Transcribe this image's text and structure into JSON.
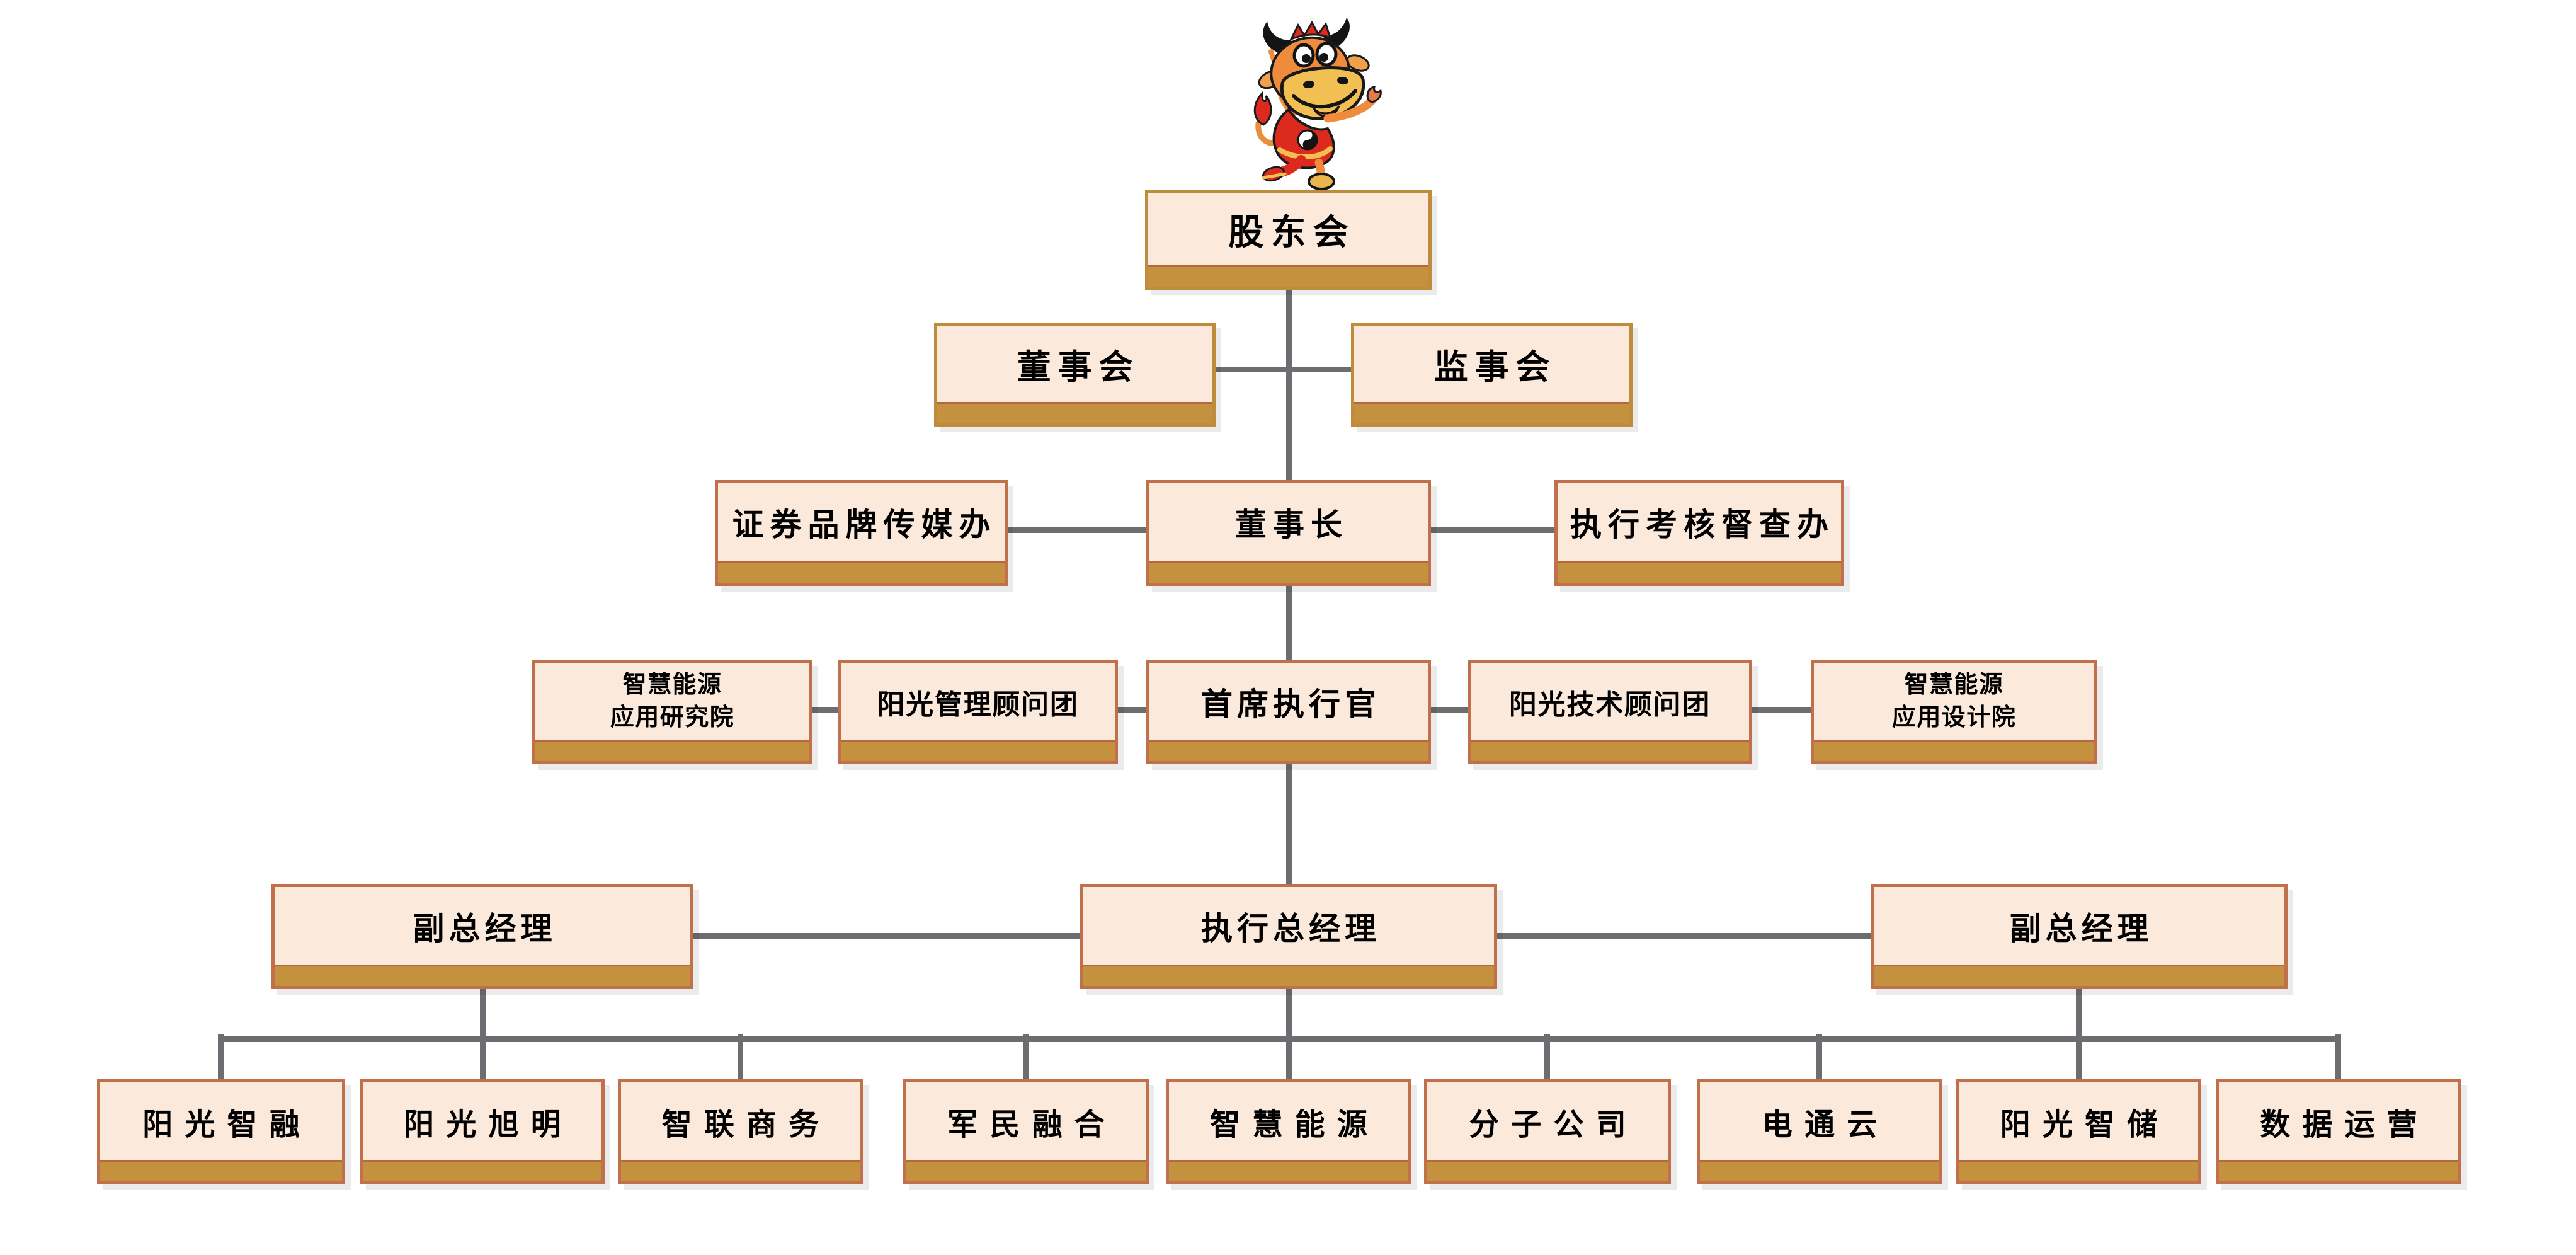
{
  "diagram": {
    "type": "org-chart",
    "mascot": "kungfu-ox-mascot",
    "levels": [
      {
        "name": "level-1",
        "nodes": [
          {
            "label": "股东会"
          }
        ]
      },
      {
        "name": "level-2",
        "nodes": [
          {
            "label": "董事会"
          },
          {
            "label": "监事会"
          }
        ]
      },
      {
        "name": "level-3",
        "nodes": [
          {
            "label": "证券品牌传媒办"
          },
          {
            "label": "董事长"
          },
          {
            "label": "执行考核督查办"
          }
        ]
      },
      {
        "name": "level-4",
        "nodes": [
          {
            "label": "智慧能源\n应用研究院"
          },
          {
            "label": "阳光管理顾问团"
          },
          {
            "label": "首席执行官"
          },
          {
            "label": "阳光技术顾问团"
          },
          {
            "label": "智慧能源\n应用设计院"
          }
        ]
      },
      {
        "name": "level-5",
        "nodes": [
          {
            "label": "副总经理"
          },
          {
            "label": "执行总经理"
          },
          {
            "label": "副总经理"
          }
        ]
      },
      {
        "name": "level-6",
        "nodes": [
          {
            "label": "阳光智融"
          },
          {
            "label": "阳光旭明"
          },
          {
            "label": "智联商务"
          },
          {
            "label": "军民融合"
          },
          {
            "label": "智慧能源"
          },
          {
            "label": "分子公司"
          },
          {
            "label": "电通云"
          },
          {
            "label": "阳光智储"
          },
          {
            "label": "数据运营"
          }
        ]
      }
    ],
    "colors": {
      "node_fill": "#FBE9DB",
      "node_border": "#C0714C",
      "node_border_top_levels": "#BE8C3C",
      "node_base_bar": "#C4923F",
      "node_base_bar_separator": "#B5683F",
      "connector": "#6B6D70",
      "text": "#000000",
      "background": "#FFFFFF"
    }
  }
}
